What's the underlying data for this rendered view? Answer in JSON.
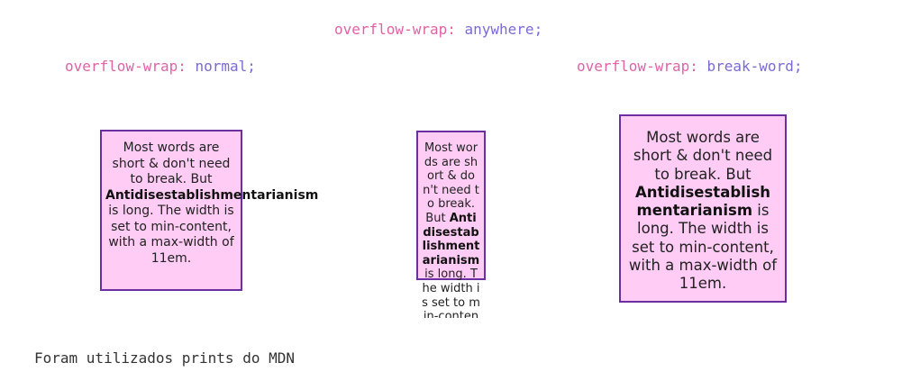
{
  "headings": {
    "anywhere": {
      "prop": "overflow-wrap:",
      "value": "anywhere;"
    },
    "normal": {
      "prop": "overflow-wrap:",
      "value": "normal;"
    },
    "break": {
      "prop": "overflow-wrap:",
      "value": "break-word;"
    }
  },
  "demo_text": {
    "before": "Most words are short & don't need to break. But",
    "long_word": "Antidisestablishmentarianism",
    "after": "is long. The width is set to min-content, with a max-width of 11em."
  },
  "footer": {
    "note": "Foram utilizados prints do MDN"
  },
  "colors": {
    "property": "#e062a6",
    "value": "#7b6ad6",
    "box_background": "#ffccf5",
    "box_border": "#6b2fa0"
  }
}
